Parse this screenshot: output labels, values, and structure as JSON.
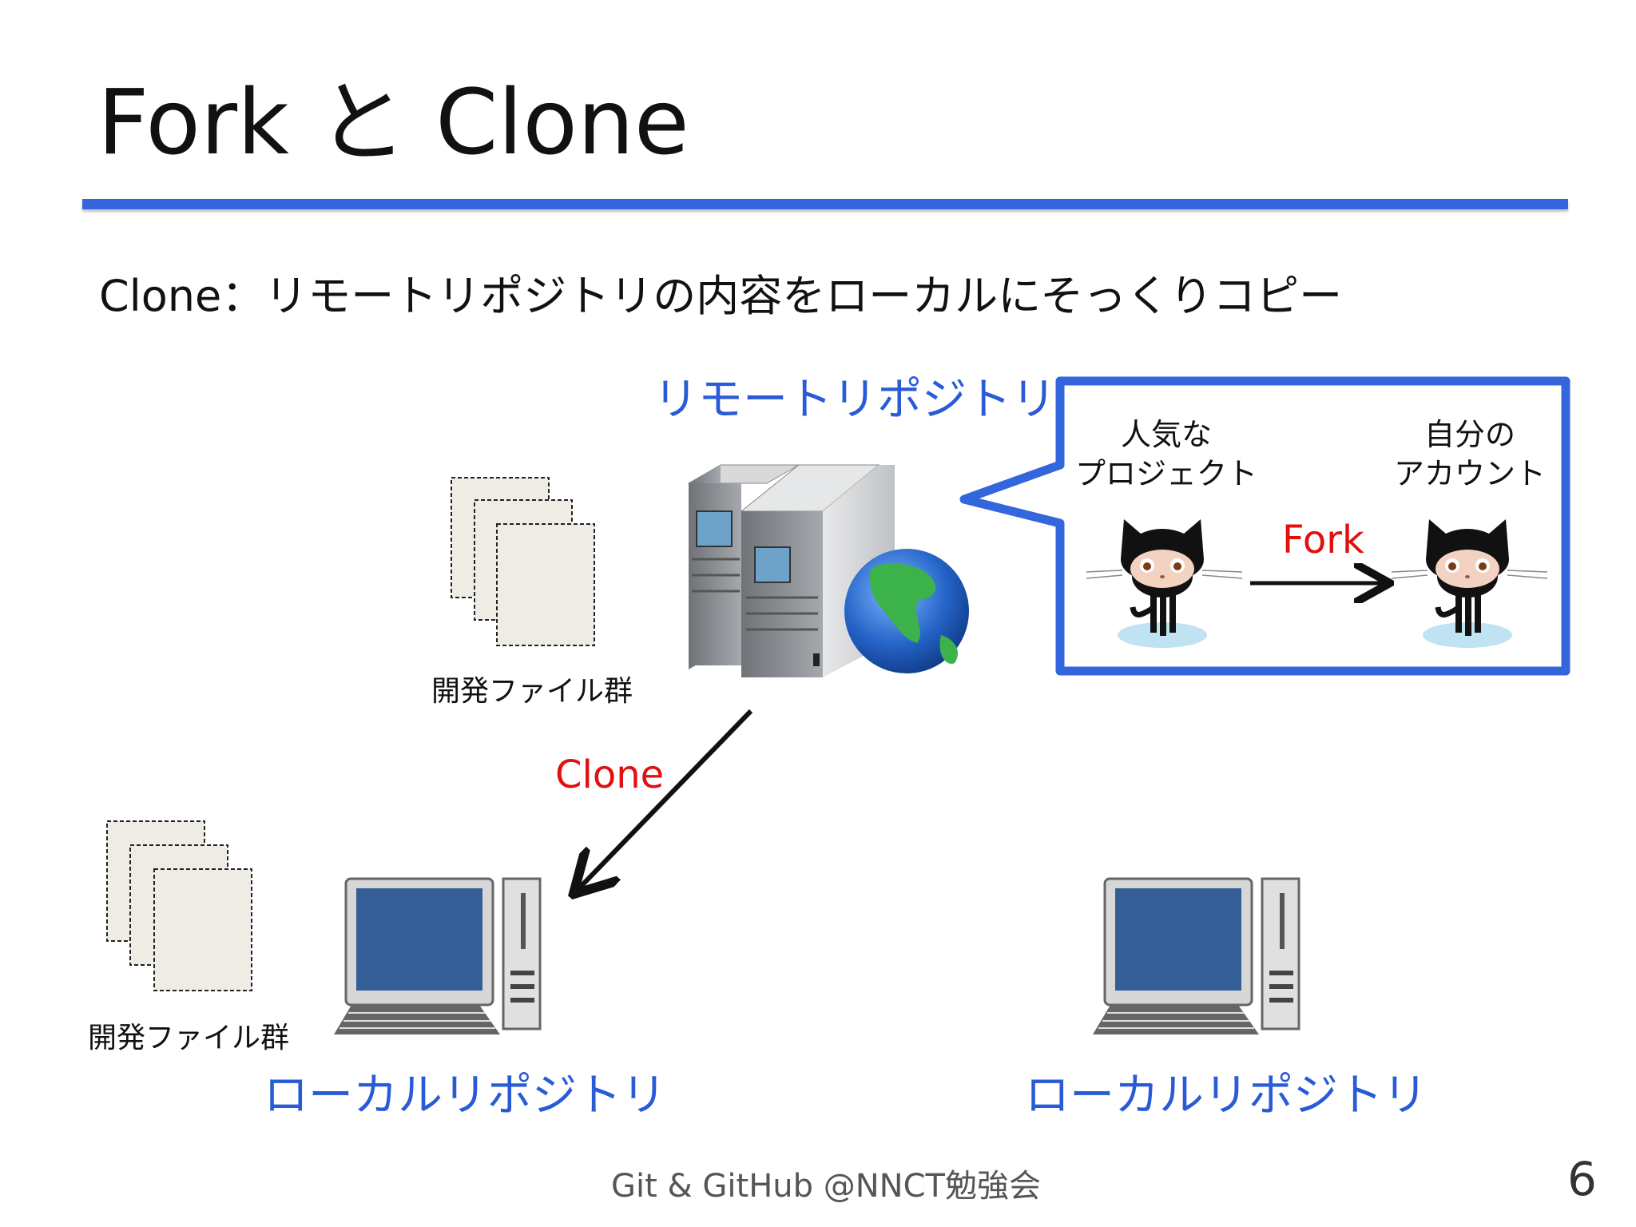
{
  "slide": {
    "title": "Fork と Clone",
    "subtitle": "Clone：リモートリポジトリの内容をローカルにそっくりコピー",
    "footer": "Git & GitHub @NNCT勉強会",
    "page_number": "6"
  },
  "diagram": {
    "remote_label": "リモートリポジトリ",
    "files_label_top": "開発ファイル群",
    "files_label_bottom": "開発ファイル群",
    "clone_label": "Clone",
    "local_label_left": "ローカルリポジトリ",
    "local_label_right": "ローカルリポジトリ",
    "callout": {
      "left_caption_line1": "人気な",
      "left_caption_line2": "プロジェクト",
      "right_caption_line1": "自分の",
      "right_caption_line2": "アカウント",
      "fork_label": "Fork"
    }
  },
  "colors": {
    "accent_blue": "#2a5bd7",
    "rule_blue": "#3366dd",
    "action_red": "#e01010"
  },
  "icons": [
    "server-icon",
    "globe-icon",
    "document-stack-icon",
    "desktop-computer-icon",
    "octocat-icon",
    "arrow-icon"
  ]
}
